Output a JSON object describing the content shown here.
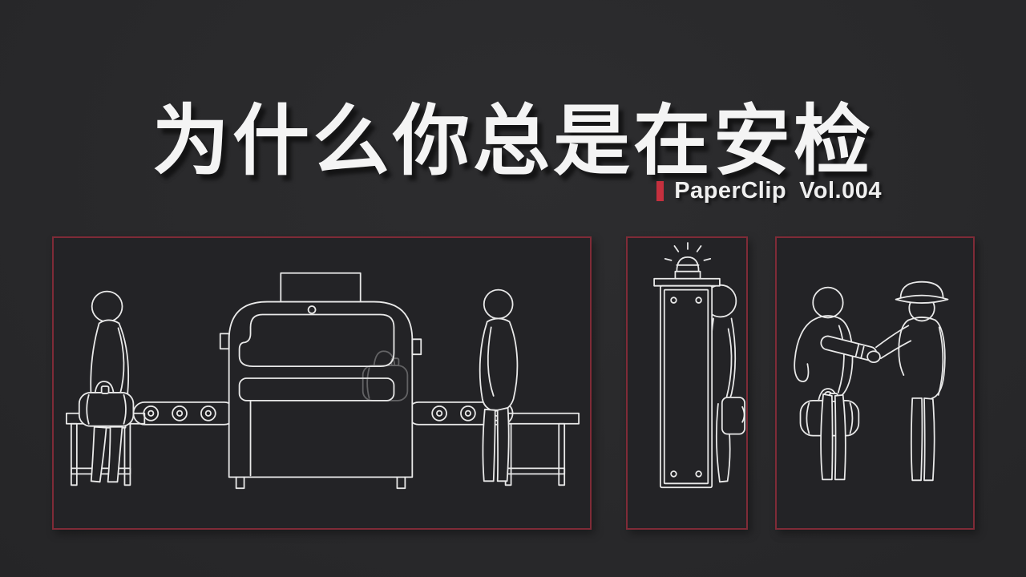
{
  "header": {
    "title": "为什么你总是在安检",
    "subtitle": {
      "brand": "PaperClip",
      "volume": "Vol.004"
    }
  },
  "colors": {
    "background": "#29292b",
    "panel_background": "#232326",
    "panel_border": "#7f2b37",
    "accent_red": "#c5303e",
    "line_art": "#e9e9e9",
    "title_text": "#f4f4f4"
  },
  "scenes": [
    {
      "name": "xray-baggage-scanner-scene"
    },
    {
      "name": "metal-detector-gate-scene"
    },
    {
      "name": "handheld-wand-inspection-scene"
    }
  ]
}
